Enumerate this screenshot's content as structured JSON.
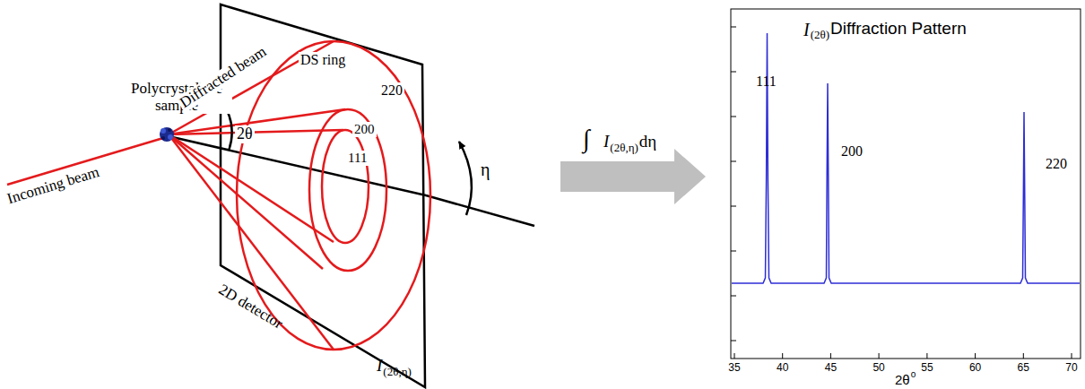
{
  "diagram": {
    "labels": [
      "Incoming beam",
      "Polycrystalline sample",
      "Diffracted beam",
      "2θ",
      "DS ring",
      "220",
      "200",
      "111",
      "η",
      "2D detector",
      "I",
      "(2θ,η)",
      "∫",
      "I",
      "(2θ,η)",
      "dη",
      "111",
      "200",
      "220",
      "I",
      "(2θ)",
      "Diffraction Pattern",
      "35",
      "40",
      "45",
      "50",
      "55",
      "60",
      "65",
      "70",
      "2θ",
      "o"
    ]
  }
}
